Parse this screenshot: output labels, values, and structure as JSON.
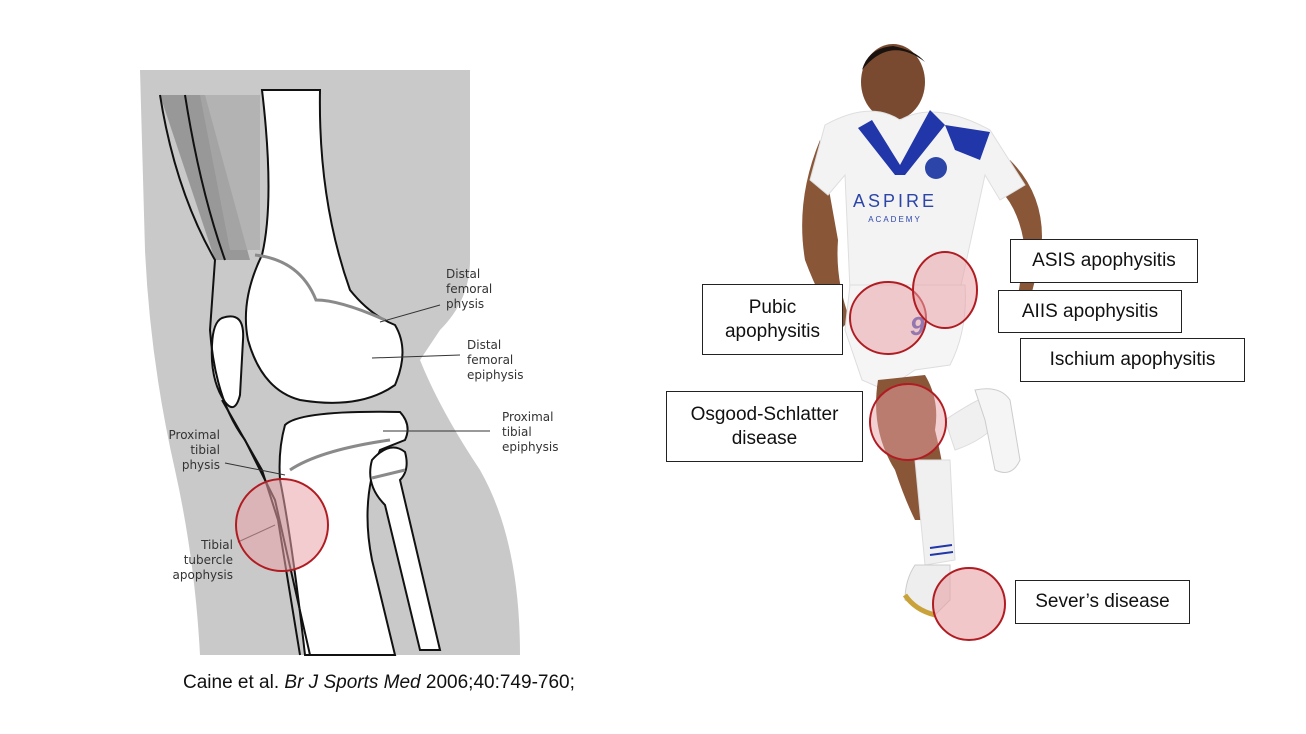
{
  "knee_diagram": {
    "labels": {
      "distal_femoral_physis": "Distal\nfemoral\nphysis",
      "distal_femoral_epiphysis": "Distal\nfemoral\nepiphysis",
      "proximal_tibial_epiphysis": "Proximal\ntibial\nepiphysis",
      "proximal_tibial_physis": "Proximal\ntibial\nphysis",
      "tibial_tubercle_apophysis": "Tibial\ntubercle\napophysis"
    },
    "colors": {
      "background_gray": "#c8c8c8",
      "bone_fill": "#ffffff",
      "outline": "#111111",
      "physis_line": "#8a8a8a",
      "highlight_fill": "#e8a2a6",
      "highlight_stroke": "#b01c22"
    }
  },
  "athlete_figure": {
    "jersey_text": "ASPIRE",
    "jersey_subtext": "ACADEMY",
    "shorts_number": "9",
    "callouts": [
      {
        "id": "asis",
        "label": "ASIS apophysitis"
      },
      {
        "id": "aiis",
        "label": "AIIS apophysitis"
      },
      {
        "id": "ischium",
        "label": "Ischium apophysitis"
      },
      {
        "id": "pubic",
        "label": "Pubic\napophysitis"
      },
      {
        "id": "osgood",
        "label": "Osgood-Schlatter\ndisease"
      },
      {
        "id": "sever",
        "label": "Sever’s disease"
      }
    ]
  },
  "citation": {
    "authors": "Caine et al. ",
    "journal": "Br J Sports Med",
    "details": " 2006;40:749-760;"
  }
}
